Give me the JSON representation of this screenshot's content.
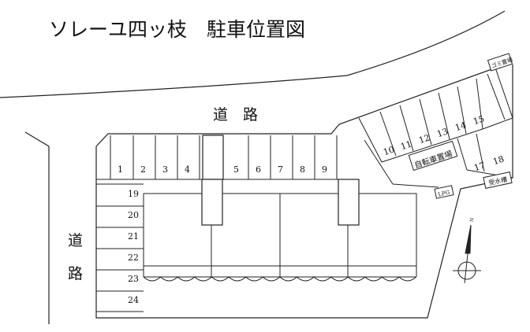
{
  "title": "ソレーユ四ッ枝　駐車位置図",
  "road_top": "道　路",
  "road_left_1": "道",
  "road_left_2": "路",
  "spaces": [
    "1",
    "2",
    "3",
    "4",
    "5",
    "6",
    "7",
    "8",
    "9",
    "10",
    "11",
    "12",
    "13",
    "14",
    "15",
    "17",
    "18",
    "19",
    "20",
    "21",
    "22",
    "23",
    "24"
  ],
  "bicycle_parking": "自転車置場",
  "garbage_area": "ゴミ置場",
  "water_tank": "受水槽",
  "lpg_label": "LPG",
  "north_mark": "N"
}
